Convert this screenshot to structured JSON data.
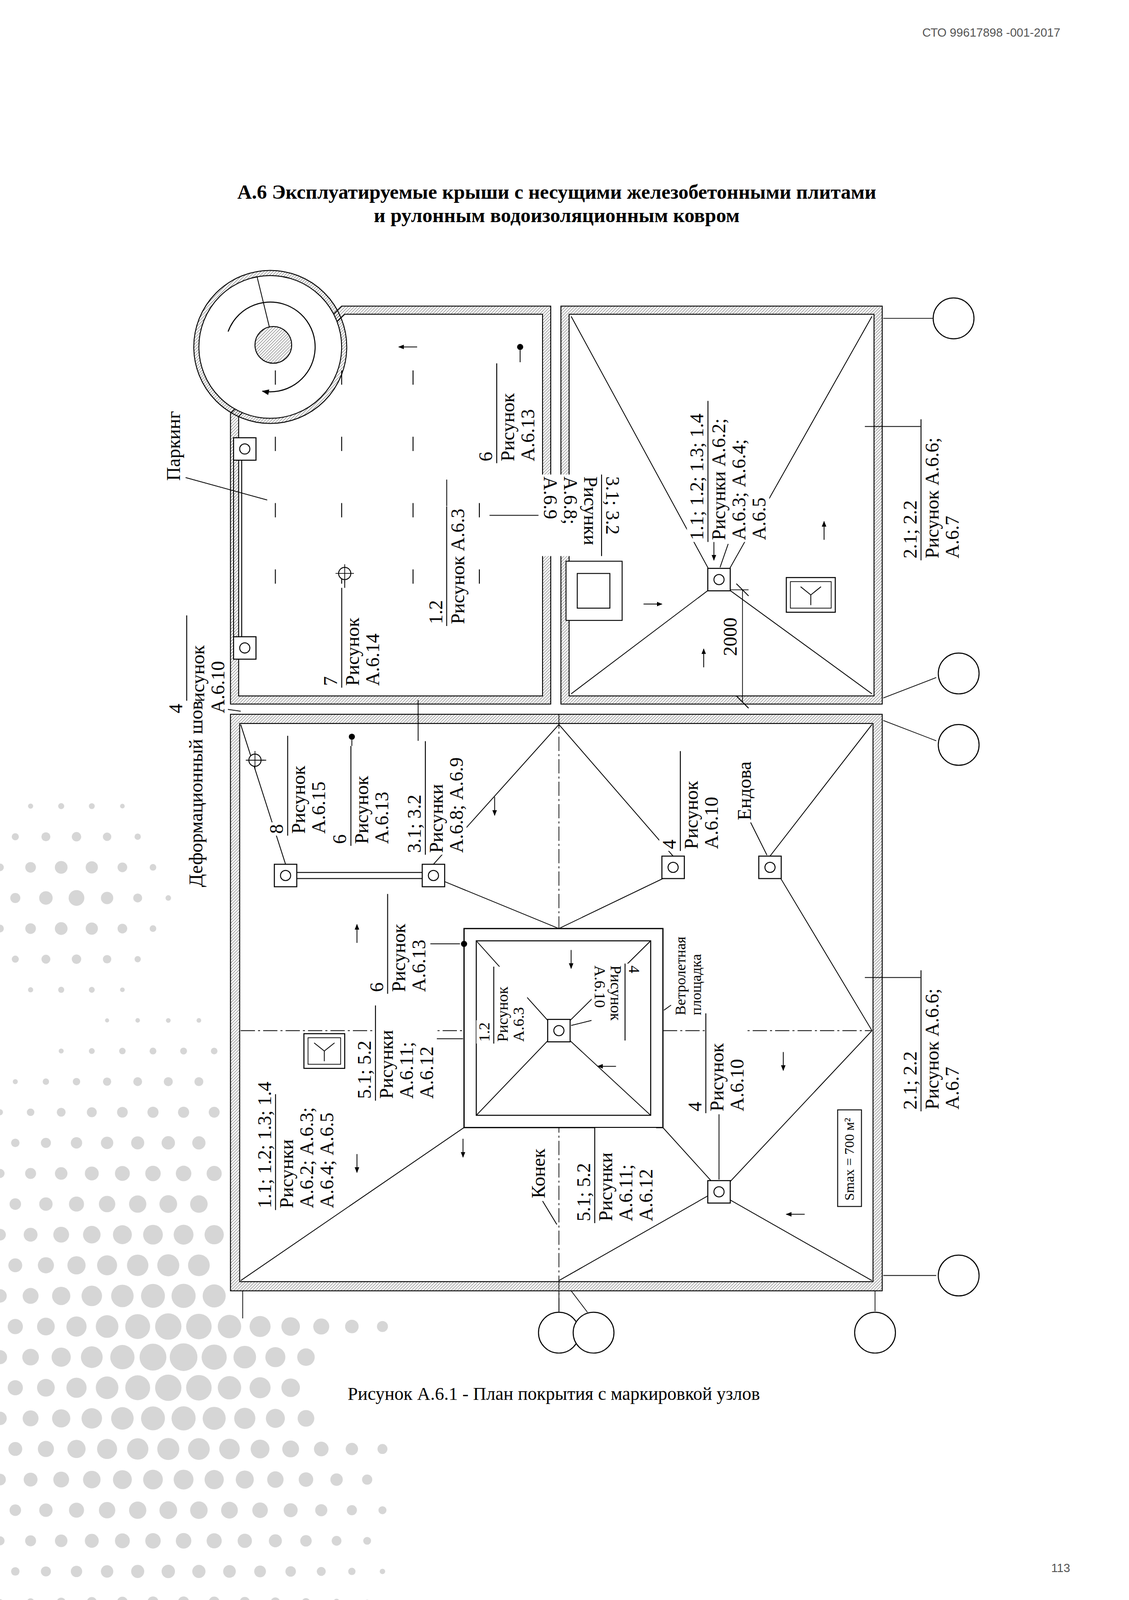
{
  "diagram": {
    "title": "А.6 Эксплуатируемые крыши с несущими железобетонными плитами и рулонным водоизоляционным ковром",
    "caption": "Рисунок А.6.1 - План покрытия с маркировкой узлов",
    "nodes": [
      {
        "text": [
          "Smax = 700 м²"
        ]
      }
    ],
    "labels": [
      "СТО 99617898 -001-2017",
      "4",
      "Рисунок А.6.10",
      "Паркинг",
      "7",
      "Рисунок А.6.14",
      "1.2",
      "Рисунок А.6.3",
      "6",
      "Рисунок А.6.13",
      "3.1; 3.2",
      "Рисунки А.6.8; А.6.9",
      "1.1; 1.2; 1.3; 1.4",
      "Рисунки А.6.2; А.6.3; А.6.4; А.6.5",
      "2.1; 2.2",
      "Рисунок А.6.6; А.6.7",
      "2000",
      "Деформационный шов",
      "8",
      "Рисунок А.6.15",
      "6",
      "Рисунок А.6.13",
      "3.1; 3.2",
      "Рисунки А.6.8; А.6.9",
      "4",
      "Рисунок А.6.10",
      "Ендова",
      "6",
      "Рисунок А.6.13",
      "1.2",
      "Рисунок А.6.3",
      "4",
      "Рисунок А.6.10",
      "Ветролетная площадка",
      "5.1; 5.2",
      "Рисунки А.6.11; А.6.12",
      "5.1; 5.2",
      "Рисунки А.6.11; А.6.12",
      "4",
      "Рисунок А.6.10",
      "2.1; 2.2",
      "Рисунок А.6.6; А.6.7",
      "1.1; 1.2; 1.3; 1.4",
      "Рисунки А.6.2; А.6.3; А.6.4; А.6.5",
      "Конек",
      "113"
    ]
  }
}
